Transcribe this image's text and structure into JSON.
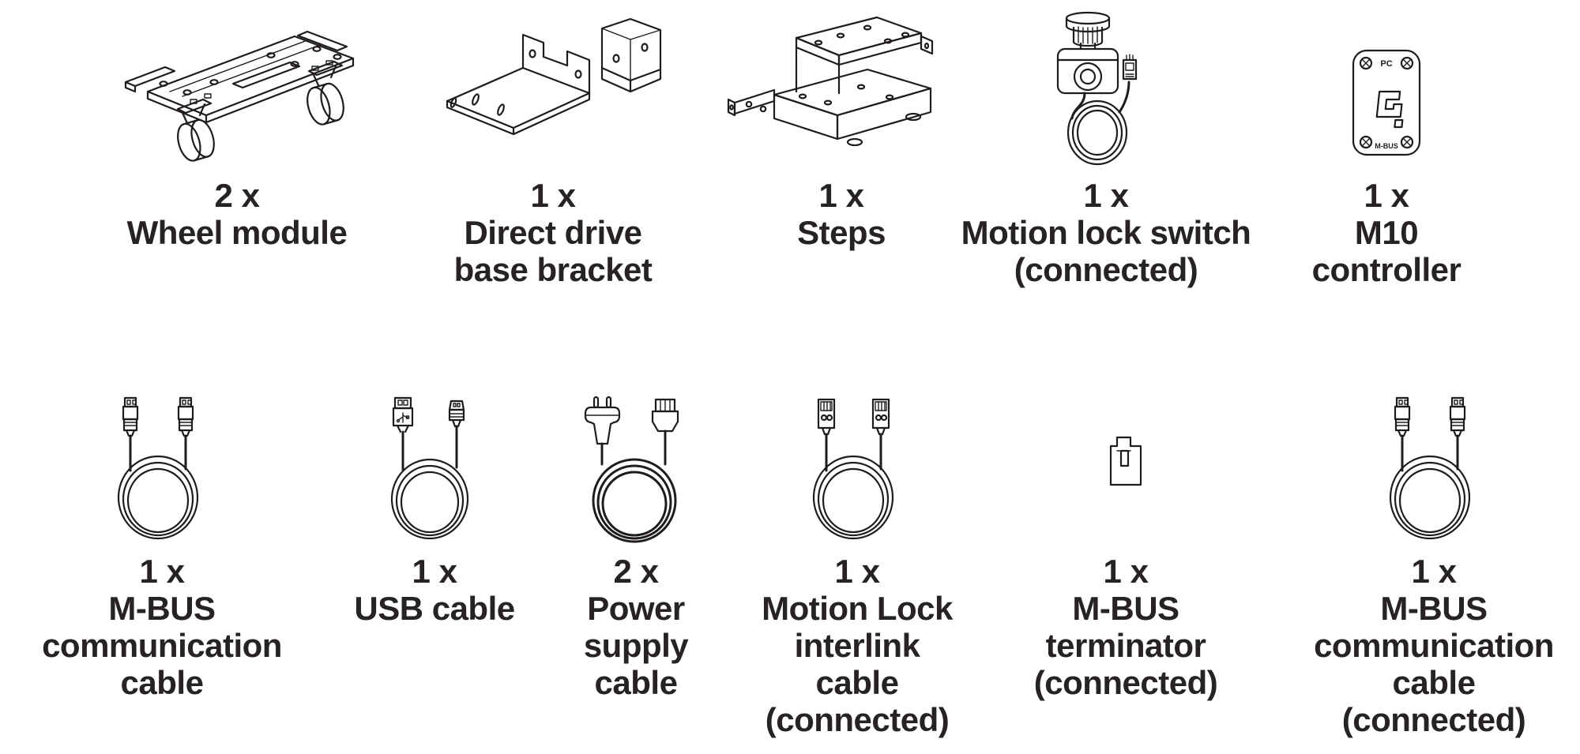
{
  "page": {
    "background_color": "#ffffff",
    "text_color": "#272223",
    "line_color": "#201c1d"
  },
  "items": [
    {
      "id": "wheel-module",
      "count": "2 x",
      "name": "Wheel module",
      "drawing": "wheel-module-drawing"
    },
    {
      "id": "direct-drive-base-bracket",
      "count": "1 x",
      "name": "Direct drive\nbase bracket",
      "drawing": "base-bracket-drawing"
    },
    {
      "id": "steps",
      "count": "1 x",
      "name": "Steps",
      "drawing": "steps-drawing"
    },
    {
      "id": "motion-lock-switch",
      "count": "1 x",
      "name": "Motion lock switch\n(connected)",
      "drawing": "motion-lock-switch-drawing"
    },
    {
      "id": "m10-controller",
      "count": "1 x",
      "name": "M10\ncontroller",
      "drawing": "m10-controller-drawing",
      "board": {
        "top_label": "PC",
        "bottom_label": "M-BUS"
      }
    },
    {
      "id": "mbus-communication-cable",
      "count": "1 x",
      "name": "M-BUS\ncommunication\ncable",
      "drawing": "mbus-cable-drawing"
    },
    {
      "id": "usb-cable",
      "count": "1 x",
      "name": "USB cable",
      "drawing": "usb-cable-drawing"
    },
    {
      "id": "power-supply-cable",
      "count": "2 x",
      "name": "Power\nsupply\ncable",
      "drawing": "power-cable-drawing"
    },
    {
      "id": "motion-lock-interlink-cable",
      "count": "1 x",
      "name": "Motion Lock\ninterlink\ncable\n(connected)",
      "drawing": "interlink-cable-drawing"
    },
    {
      "id": "mbus-terminator",
      "count": "1 x",
      "name": "M-BUS\nterminator\n(connected)",
      "drawing": "mbus-terminator-drawing"
    },
    {
      "id": "mbus-communication-cable-connected",
      "count": "1 x",
      "name": "M-BUS\ncommunication\ncable\n(connected)",
      "drawing": "mbus-cable-drawing"
    }
  ]
}
